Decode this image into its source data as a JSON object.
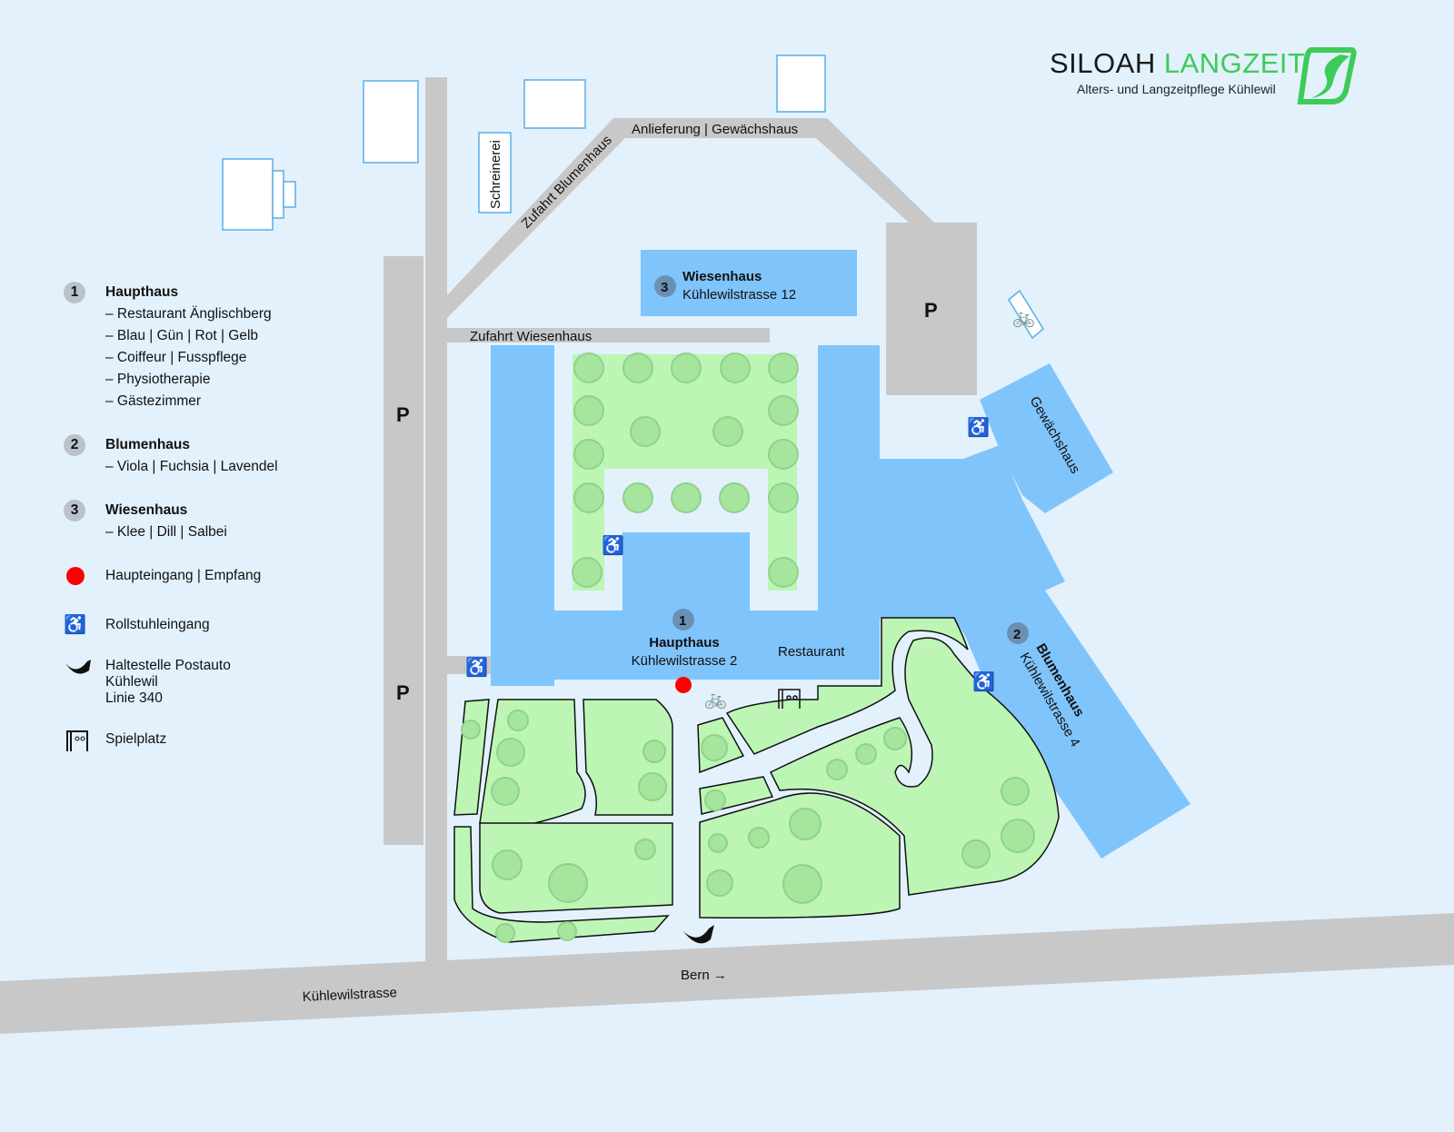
{
  "logo": {
    "brand_dark": "SILOAH",
    "brand_green": "LANGZEIT",
    "tagline": "Alters- und Langzeitpflege Kühlewil",
    "green": "#3dcc5a"
  },
  "legend": {
    "groups": [
      {
        "num": "1",
        "title": "Haupthaus",
        "items": [
          "– Restaurant Änglischberg",
          "– Blau | Gün | Rot | Gelb",
          "– Coiffeur | Fusspflege",
          "– Physiotherapie",
          "– Gästezimmer"
        ]
      },
      {
        "num": "2",
        "title": "Blumenhaus",
        "items": [
          "– Viola | Fuchsia | Lavendel"
        ]
      },
      {
        "num": "3",
        "title": "Wiesenhaus",
        "items": [
          "– Klee | Dill | Salbei"
        ]
      }
    ],
    "symbols": {
      "entrance": "Haupteingang | Empfang",
      "wheelchair": "Rollstuhleingang",
      "bus_1": "Haltestelle Postauto",
      "bus_2": "Kühlewil",
      "bus_3": "Linie 340",
      "playground": "Spielplatz"
    }
  },
  "map": {
    "roads": {
      "anlieferung": "Anlieferung | Gewächshaus",
      "zufahrt_blumenhaus": "Zufahrt Blumenhaus",
      "zufahrt_wiesenhaus": "Zufahrt Wiesenhaus",
      "kuehlewilstrasse": "Kühlewilstrasse",
      "bern": "Bern →"
    },
    "parking": "P",
    "schreinerei": "Schreinerei",
    "gewaechshaus": "Gewächshaus",
    "restaurant": "Restaurant",
    "haupthaus": {
      "num": "1",
      "name": "Haupthaus",
      "address": "Kühlewilstrasse 2"
    },
    "blumenhaus": {
      "num": "2",
      "name": "Blumenhaus",
      "address": "Kühlewilstrasse 4"
    },
    "wiesenhaus": {
      "num": "3",
      "name": "Wiesenhaus",
      "address": "Kühlewilstrasse 12"
    },
    "colors": {
      "background": "#e3f1fd",
      "building": "#80c4fc",
      "road": "#c8c8c8",
      "green": "#bdf5b5",
      "entrance": "#ff0000"
    }
  }
}
